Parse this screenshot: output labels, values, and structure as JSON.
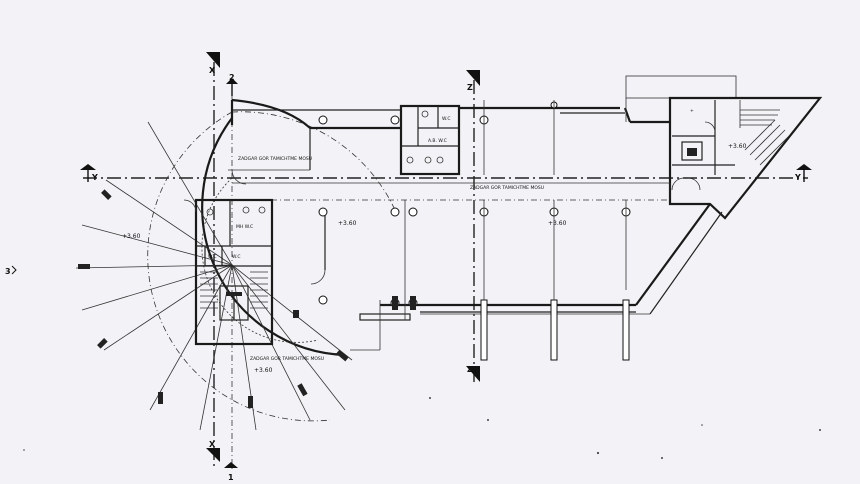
{
  "axes": {
    "x": "X",
    "y": "Y",
    "z": "Z",
    "marker_2": "2",
    "marker_1": "1",
    "marker_3": "3"
  },
  "rooms": {
    "upper_hall": "ZADGAR GOR TAMICHTME MOSU",
    "central_hall": "ZADGAR GOR TAMICHTME MOSU",
    "lower_hall": "ZADGAR GOR TAMICHTME MOSU",
    "wc_top": "W.C",
    "wc_top_b": "A.B. W.C",
    "wc_core": "MH W.C",
    "wc_core_b": "W.C",
    "wc_core_c": "W.C"
  },
  "levels": {
    "left": "+3.60",
    "center": "+3.60",
    "center_right": "+3.60",
    "bottom": "+3.60",
    "right": "+3.60"
  }
}
